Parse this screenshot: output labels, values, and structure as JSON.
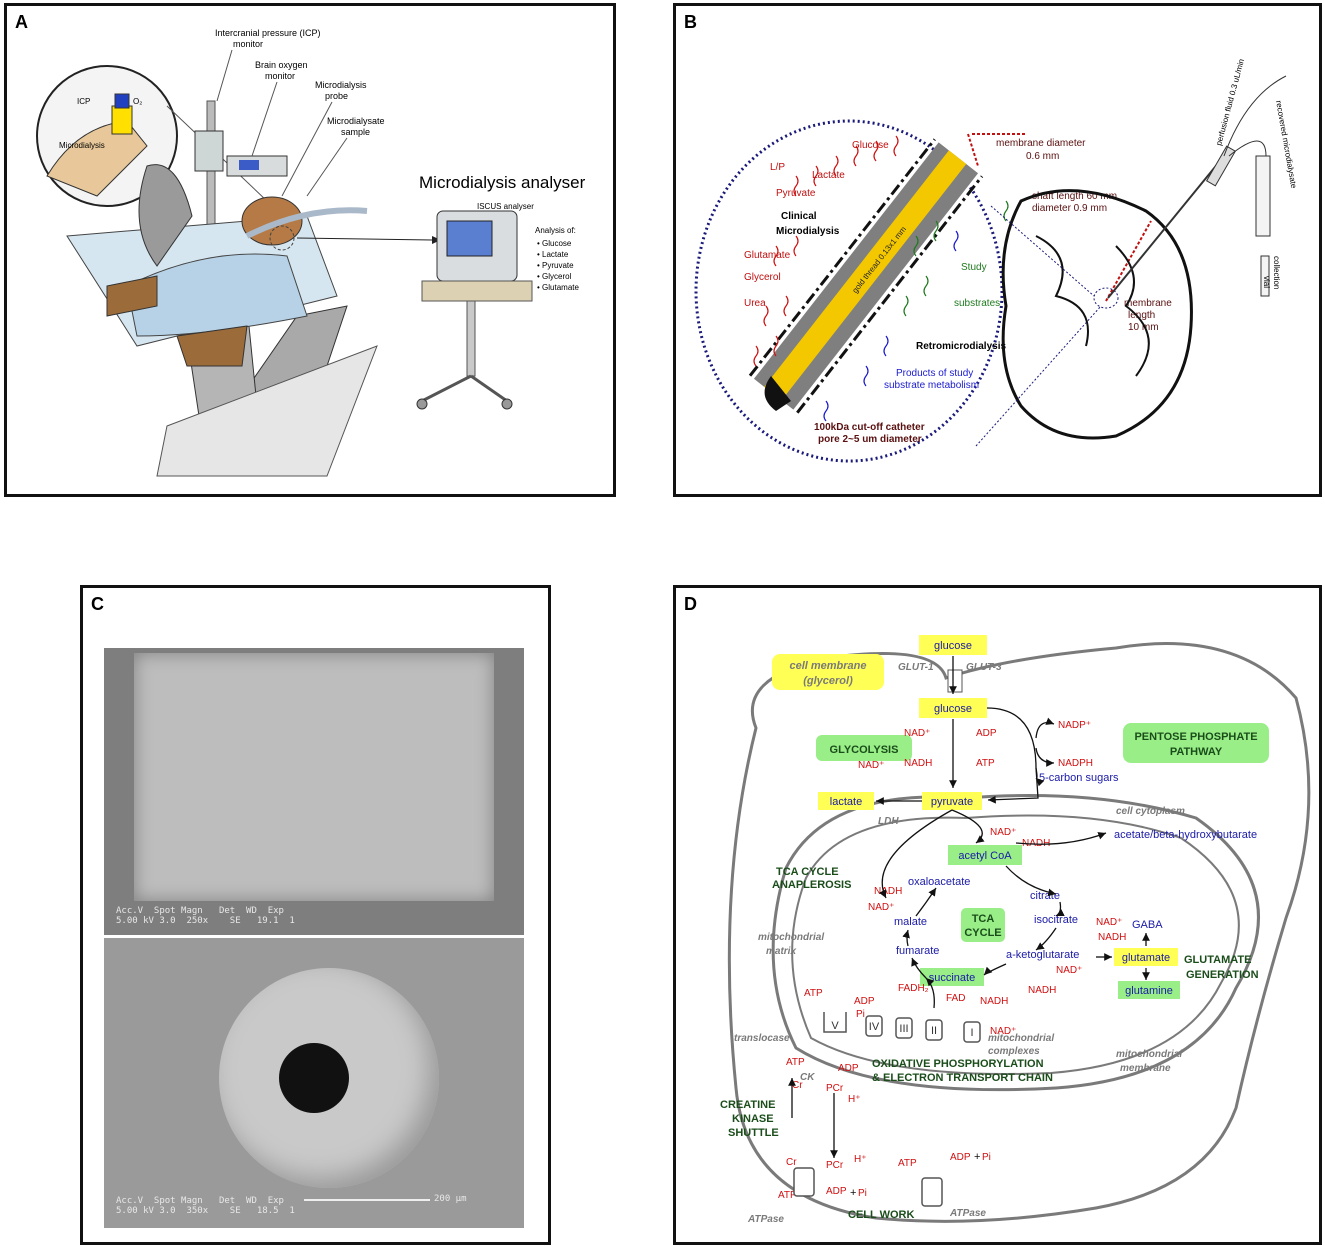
{
  "panels": {
    "a": {
      "letter": "A",
      "title": "Microdialysis analyser",
      "subtitle": "ISCUS analyser",
      "labels": {
        "icp_monitor": [
          "Intercranial pressure (ICP)",
          "monitor"
        ],
        "brain_oxygen": [
          "Brain oxygen",
          "monitor"
        ],
        "probe": [
          "Microdialysis",
          "probe"
        ],
        "sample": [
          "Microdialysate",
          "sample"
        ],
        "icp": "ICP",
        "o2": "O₂",
        "microdialysis": "Microdialysis"
      },
      "analysis_heading": "Analysis of:",
      "analysis_items": [
        "Glucose",
        "Lactate",
        "Pyruvate",
        "Glycerol",
        "Glutamate"
      ]
    },
    "b": {
      "letter": "B",
      "membrane_diameter": [
        "membrane diameter",
        "0.6 mm"
      ],
      "shaft": [
        "shaft length 60 mm",
        "diameter 0.9 mm"
      ],
      "membrane_length": [
        "membrane",
        "length",
        "10 mm"
      ],
      "perfusion": "perfusion fluid 0.3 uL/min",
      "recovered": "recovered microdialysate",
      "collection": "collection",
      "vial": "vial",
      "gold_thread": "gold thread 0.13x1 mm",
      "clinical": [
        "Clinical",
        "Microdialysis"
      ],
      "analytes": [
        "Glucose",
        "Lactate",
        "Pyruvate",
        "L/P",
        "Glutamate",
        "Glycerol",
        "Urea"
      ],
      "study": [
        "Study",
        "substrates"
      ],
      "retro": "Retromicrodialysis",
      "products": [
        "Products of study",
        "substrate metabolism"
      ],
      "catheter": [
        "100kDa cut-off catheter",
        "pore 2~5 um diameter"
      ]
    },
    "c": {
      "letter": "C",
      "top_caption": "Acc.V  Spot Magn   Det  WD  Exp\n5.00 kV 3.0  250x    SE   19.1  1",
      "bottom_caption": "Acc.V  Spot Magn   Det  WD  Exp\n5.00 kV 3.0  350x    SE   18.5  1",
      "scale": "200 μm"
    },
    "d": {
      "letter": "D",
      "colors": {
        "red": "#d01010",
        "blue": "#1a1aa8",
        "green": "#1a4d1a",
        "yellow": "#ffff55",
        "lightgreen": "#99ee88"
      },
      "boxes": {
        "glucose_out": "glucose",
        "glucose_in": "glucose",
        "cell_membrane": [
          "cell membrane",
          "(glycerol)"
        ],
        "glycolysis": "GLYCOLYSIS",
        "pentose": [
          "PENTOSE PHOSPHATE",
          "PATHWAY"
        ],
        "lactate": "lactate",
        "pyruvate": "pyruvate",
        "acetyl_coa": "acetyl CoA",
        "tca": [
          "TCA",
          "CYCLE"
        ],
        "succinate": "succinate",
        "glutamate": "glutamate",
        "glutamine": "glutamine"
      },
      "grey": {
        "glut1": "GLUT-1",
        "glut3": "GLUT-3",
        "ldh": "LDH",
        "cytoplasm": "cell cytoplasm",
        "matrix": [
          "mitochondrial",
          "matrix"
        ],
        "translocase": "translocase",
        "complexes": [
          "mitochondrial",
          "complexes"
        ],
        "mito_membrane": [
          "mitochondrial",
          "membrane"
        ],
        "ck1": "CK",
        "ck2": "CK",
        "atpase1": "ATPase",
        "atpase2": "ATPase"
      },
      "blue": {
        "carbon": "5-carbon sugars",
        "acetate": "acetate/beta-hydroxybutarate",
        "oxaloacetate": "oxaloacetate",
        "citrate": "citrate",
        "isocitrate": "isocitrate",
        "malate": "malate",
        "fumarate": "fumarate",
        "akg": "a-ketoglutarate",
        "gaba": "GABA"
      },
      "red": {
        "nad1": "NAD⁺",
        "adp1": "ADP",
        "nadh1": "NADH",
        "atp1": "ATP",
        "nadp": "NADP⁺",
        "nadph": "NADPH",
        "nad_l": "NAD⁺",
        "nad2": "NAD⁺",
        "nadh2": "NADH",
        "nadh3": "NADH",
        "nad3": "NAD⁺",
        "nad4": "NAD⁺",
        "nadh4": "NADH",
        "nad5": "NAD⁺",
        "nadh5": "NADH",
        "fadh2": "FADH₂",
        "fad": "FAD",
        "nadh6": "NADH",
        "nad6": "NAD⁺",
        "atp_v": "ATP",
        "adp_v": "ADP",
        "pi_v": "Pi",
        "atp_t": "ATP",
        "adp_t": "ADP",
        "cr1": "Cr",
        "pcr1": "PCr",
        "h1": "H⁺",
        "cr2": "Cr",
        "pcr2": "PCr",
        "h2": "H⁺",
        "atp_c": "ATP",
        "adp_c": "ADP",
        "pi_c": "Pi",
        "atp_w": "ATP",
        "adp_w": "ADP",
        "pi_w": "Pi",
        "plus1": "+",
        "plus2": "+"
      },
      "green_labels": {
        "anaplerosis": [
          "TCA CYCLE",
          "ANAPLEROSIS"
        ],
        "glut_gen": [
          "GLUTAMATE",
          "GENERATION"
        ],
        "oxphos": [
          "OXIDATIVE PHOSPHORYLATION",
          "& ELECTRON TRANSPORT CHAIN"
        ],
        "creatine": [
          "CREATINE",
          "KINASE",
          "SHUTTLE"
        ],
        "cell_work": "CELL WORK"
      },
      "complex_numerals": [
        "V",
        "IV",
        "III",
        "II",
        "I"
      ]
    }
  }
}
